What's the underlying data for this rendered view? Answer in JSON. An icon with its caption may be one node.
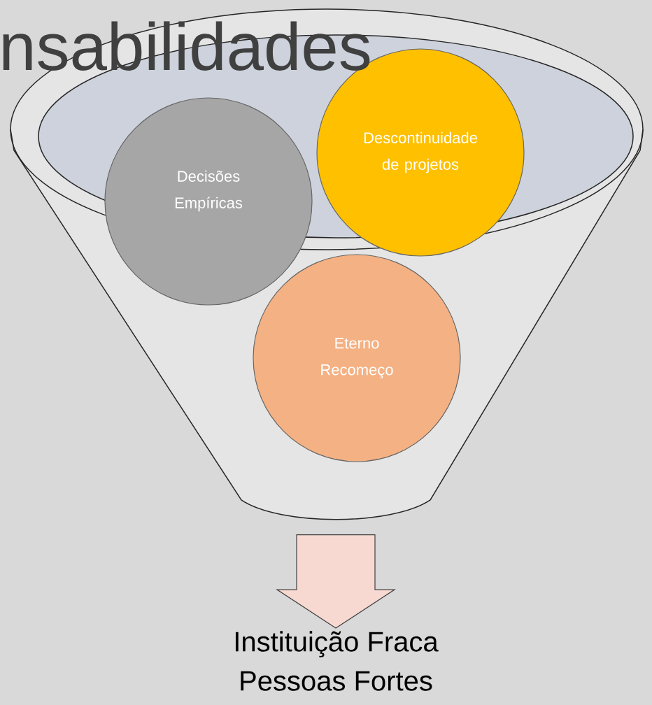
{
  "diagram": {
    "title": "nsabilidades",
    "nodes": [
      {
        "text": [],
        "shape": "funnel"
      },
      {
        "text": [
          "Decisões Empíricas"
        ],
        "in": 0
      },
      {
        "text": [
          "Descontinuidade de projetos"
        ],
        "in": 0
      },
      {
        "text": [
          "Eterno Recomeço"
        ],
        "in": 0
      },
      {
        "text": [
          "Instituição Fraca",
          "Pessoas Fortes"
        ]
      }
    ],
    "edges": [
      {
        "from": 0,
        "to": 4,
        "arrow": "to"
      }
    ]
  }
}
